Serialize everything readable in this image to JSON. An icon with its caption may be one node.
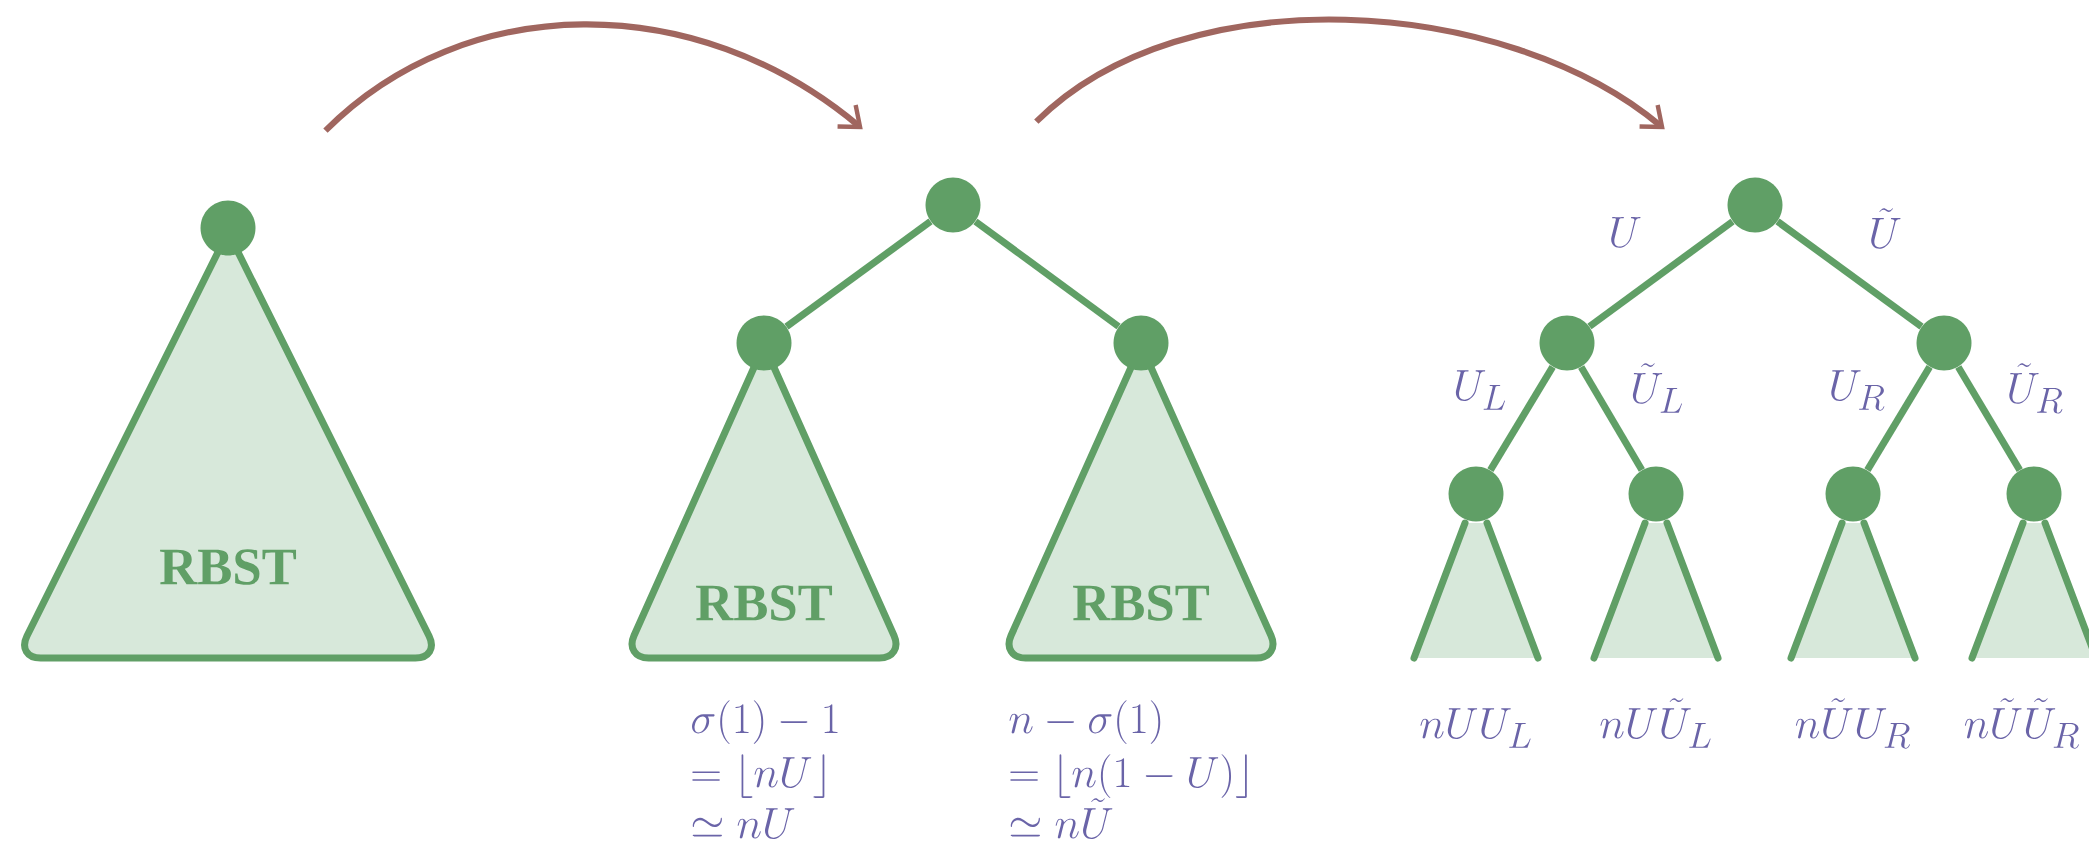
{
  "diagram": {
    "nodes": [
      {
        "text": [
          "RBST"
        ]
      },
      {
        "text": [],
        "shape": "circle"
      },
      {
        "text": [],
        "shape": "circle"
      },
      {
        "text": [],
        "shape": "circle"
      },
      {
        "text": [],
        "shape": "circle"
      },
      {
        "text": [
          "RBST"
        ],
        "beside": [
          "\\sigma(1) - 1",
          "= \\lfloor nU \\rfloor",
          "\\simeq nU"
        ]
      },
      {
        "text": [
          "RBST"
        ],
        "beside": [
          "n - \\sigma(1)",
          "= \\lfloor n(1 - U) \\rfloor",
          "\\simeq n\\tilde{U}"
        ]
      },
      {
        "text": [],
        "shape": "circle"
      },
      {
        "text": [],
        "shape": "circle"
      },
      {
        "text": [],
        "shape": "circle"
      },
      {
        "text": [],
        "shape": "circle"
      },
      {
        "text": [],
        "shape": "circle"
      },
      {
        "text": [],
        "shape": "circle"
      },
      {
        "text": [],
        "shape": "circle"
      },
      {
        "text": [],
        "shape": "triangle",
        "beside": [
          "nUU_L"
        ]
      },
      {
        "text": [],
        "shape": "triangle",
        "beside": [
          "nU\\tilde{U}_L"
        ]
      },
      {
        "text": [],
        "shape": "triangle",
        "beside": [
          "n\\tilde{U}U_R"
        ]
      },
      {
        "text": [],
        "shape": "triangle",
        "beside": [
          "n\\tilde{U}\\tilde{U}_R"
        ]
      }
    ],
    "edges": [
      {
        "from": 1,
        "to": 2,
        "arrow": "to",
        "color": "#a0665f"
      },
      {
        "from": 2,
        "to": 3,
        "arrow": "none"
      },
      {
        "from": 2,
        "to": 4,
        "arrow": "none"
      },
      {
        "from": 2,
        "to": 7,
        "arrow": "to",
        "color": "#a0665f"
      },
      {
        "from": 7,
        "to": 8,
        "arrow": "none",
        "label": "U"
      },
      {
        "from": 7,
        "to": 9,
        "arrow": "none",
        "label": "\\tilde{U}"
      },
      {
        "from": 8,
        "to": 10,
        "arrow": "none",
        "label": "U_L"
      },
      {
        "from": 8,
        "to": 11,
        "arrow": "none",
        "label": "\\tilde{U}_L"
      },
      {
        "from": 9,
        "to": 12,
        "arrow": "none",
        "label": "U_R"
      },
      {
        "from": 9,
        "to": 13,
        "arrow": "none",
        "label": "\\tilde{U}_R"
      }
    ]
  }
}
